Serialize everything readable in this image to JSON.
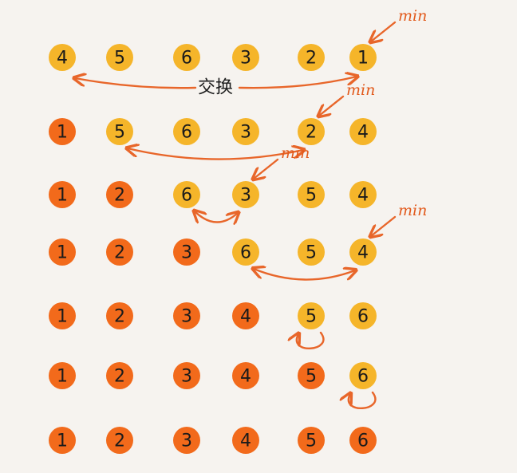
{
  "diagram": {
    "swap_label": "交换",
    "min_label": "min",
    "colors": {
      "sorted": "#f26a1b",
      "unsorted": "#f5b52a",
      "arrow": "#e8662a",
      "text": "#1b1b1b",
      "background": "#f6f3ef"
    },
    "rows": [
      {
        "values": [
          "4",
          "5",
          "6",
          "3",
          "2",
          "1"
        ],
        "sorted_count": 0,
        "min_index": 5,
        "swap": [
          0,
          5
        ]
      },
      {
        "values": [
          "1",
          "5",
          "6",
          "3",
          "2",
          "4"
        ],
        "sorted_count": 1,
        "min_index": 4,
        "swap": [
          1,
          4
        ]
      },
      {
        "values": [
          "1",
          "2",
          "6",
          "3",
          "5",
          "4"
        ],
        "sorted_count": 2,
        "min_index": 3,
        "swap": [
          2,
          3
        ]
      },
      {
        "values": [
          "1",
          "2",
          "3",
          "6",
          "5",
          "4"
        ],
        "sorted_count": 3,
        "min_index": 5,
        "swap": [
          3,
          5
        ]
      },
      {
        "values": [
          "1",
          "2",
          "3",
          "4",
          "5",
          "6"
        ],
        "sorted_count": 4,
        "min_index": null,
        "swap": [
          4,
          4
        ]
      },
      {
        "values": [
          "1",
          "2",
          "3",
          "4",
          "5",
          "6"
        ],
        "sorted_count": 5,
        "min_index": null,
        "swap": [
          5,
          5
        ]
      },
      {
        "values": [
          "1",
          "2",
          "3",
          "4",
          "5",
          "6"
        ],
        "sorted_count": 6,
        "min_index": null,
        "swap": null
      }
    ]
  }
}
